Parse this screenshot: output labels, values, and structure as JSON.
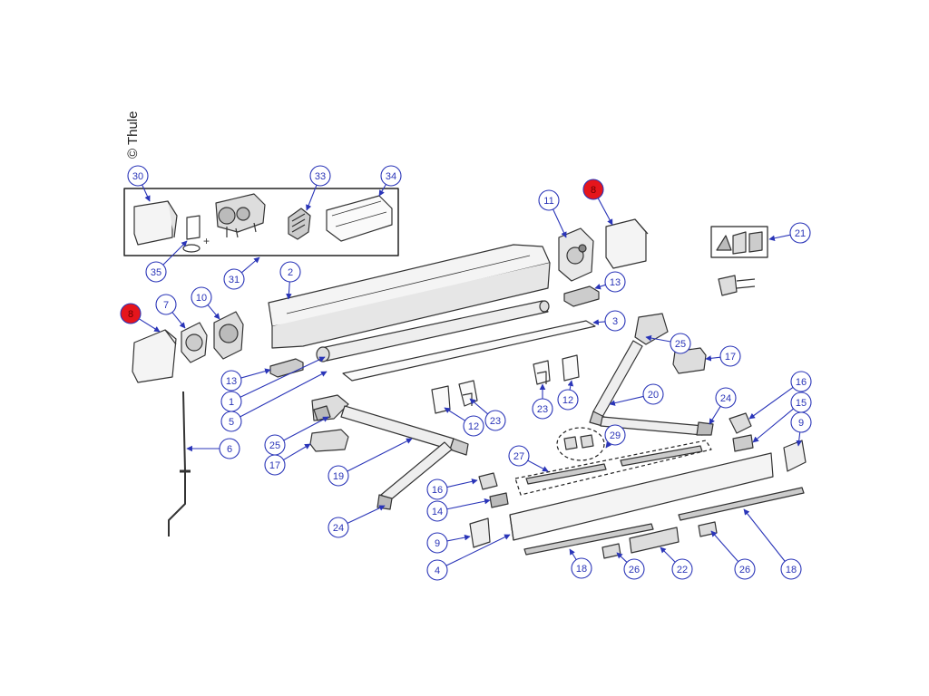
{
  "copyright": "© Thule",
  "colors": {
    "callout_stroke": "#2a35b8",
    "callout_text": "#2a35b8",
    "highlight_fill": "#e5151c",
    "part_stroke": "#333333",
    "part_fill": "#f4f4f4"
  },
  "callouts": [
    {
      "id": "c30",
      "label": "30",
      "highlight": false
    },
    {
      "id": "c33",
      "label": "33",
      "highlight": false
    },
    {
      "id": "c34",
      "label": "34",
      "highlight": false
    },
    {
      "id": "c35",
      "label": "35",
      "highlight": false
    },
    {
      "id": "c31",
      "label": "31",
      "highlight": false
    },
    {
      "id": "c11",
      "label": "11",
      "highlight": false
    },
    {
      "id": "c8a",
      "label": "8",
      "highlight": true
    },
    {
      "id": "c21",
      "label": "21",
      "highlight": false
    },
    {
      "id": "c2",
      "label": "2",
      "highlight": false
    },
    {
      "id": "c13a",
      "label": "13",
      "highlight": false
    },
    {
      "id": "c8b",
      "label": "8",
      "highlight": true
    },
    {
      "id": "c7",
      "label": "7",
      "highlight": false
    },
    {
      "id": "c10",
      "label": "10",
      "highlight": false
    },
    {
      "id": "c3",
      "label": "3",
      "highlight": false
    },
    {
      "id": "c25a",
      "label": "25",
      "highlight": false
    },
    {
      "id": "c17a",
      "label": "17",
      "highlight": false
    },
    {
      "id": "c13b",
      "label": "13",
      "highlight": false
    },
    {
      "id": "c1",
      "label": "1",
      "highlight": false
    },
    {
      "id": "c5",
      "label": "5",
      "highlight": false
    },
    {
      "id": "c12a",
      "label": "12",
      "highlight": false
    },
    {
      "id": "c23a",
      "label": "23",
      "highlight": false
    },
    {
      "id": "c12b",
      "label": "12",
      "highlight": false
    },
    {
      "id": "c23b",
      "label": "23",
      "highlight": false
    },
    {
      "id": "c20",
      "label": "20",
      "highlight": false
    },
    {
      "id": "c24a",
      "label": "24",
      "highlight": false
    },
    {
      "id": "c16a",
      "label": "16",
      "highlight": false
    },
    {
      "id": "c15",
      "label": "15",
      "highlight": false
    },
    {
      "id": "c9a",
      "label": "9",
      "highlight": false
    },
    {
      "id": "c25b",
      "label": "25",
      "highlight": false
    },
    {
      "id": "c17b",
      "label": "17",
      "highlight": false
    },
    {
      "id": "c19",
      "label": "19",
      "highlight": false
    },
    {
      "id": "c6",
      "label": "6",
      "highlight": false
    },
    {
      "id": "c29",
      "label": "29",
      "highlight": false
    },
    {
      "id": "c27",
      "label": "27",
      "highlight": false
    },
    {
      "id": "c16b",
      "label": "16",
      "highlight": false
    },
    {
      "id": "c14",
      "label": "14",
      "highlight": false
    },
    {
      "id": "c24b",
      "label": "24",
      "highlight": false
    },
    {
      "id": "c9b",
      "label": "9",
      "highlight": false
    },
    {
      "id": "c4",
      "label": "4",
      "highlight": false
    },
    {
      "id": "c18a",
      "label": "18",
      "highlight": false
    },
    {
      "id": "c26a",
      "label": "26",
      "highlight": false
    },
    {
      "id": "c22",
      "label": "22",
      "highlight": false
    },
    {
      "id": "c26b",
      "label": "26",
      "highlight": false
    },
    {
      "id": "c18b",
      "label": "18",
      "highlight": false
    }
  ]
}
